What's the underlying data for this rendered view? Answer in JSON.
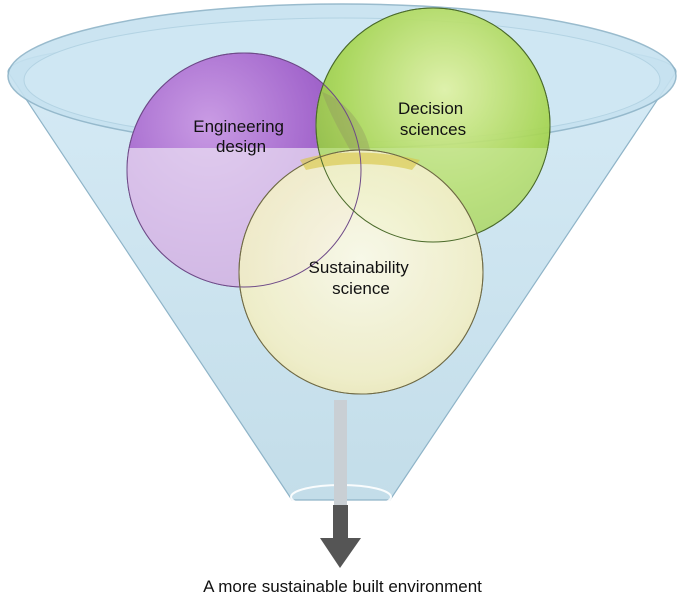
{
  "circles": [
    {
      "name": "engineering-design",
      "lines": [
        "Engineering",
        "design"
      ]
    },
    {
      "name": "decision-sciences",
      "lines": [
        "Decision",
        "sciences"
      ]
    },
    {
      "name": "sustainability-science",
      "lines": [
        "Sustainability",
        "science"
      ]
    }
  ],
  "caption": "A more sustainable built environment",
  "colors": {
    "funnel_fill": "#cfe6f2",
    "funnel_stroke": "#8fb4c8",
    "engineering": "#a05cc8",
    "decision": "#8cc63e",
    "sustainability": "#eeeab8",
    "overlap_yellow": "#d9c84a",
    "arrow": "#555555",
    "stem": "#c9cfd4"
  }
}
